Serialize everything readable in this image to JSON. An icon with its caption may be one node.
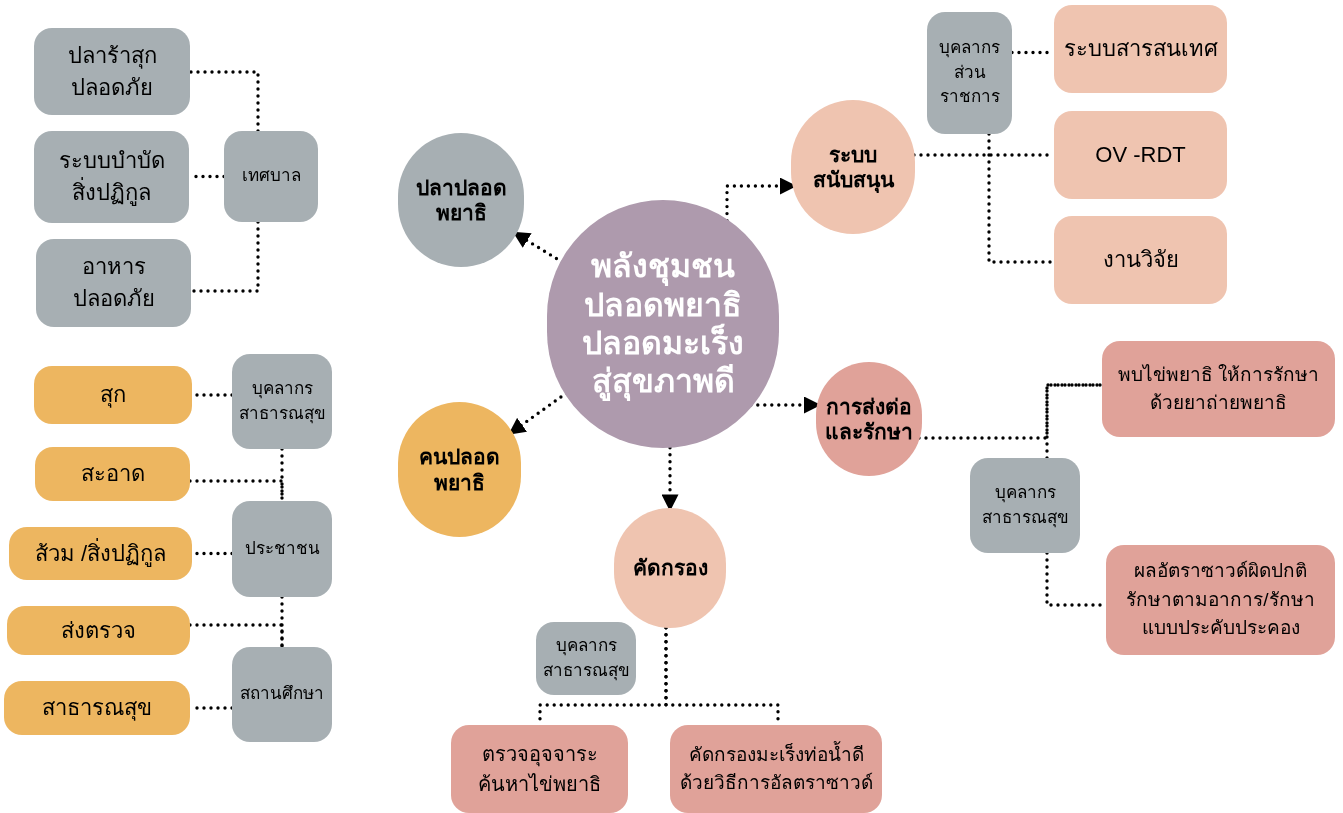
{
  "diagram": {
    "nodes": [
      {
        "text": [
          "พลังชุมชน ปลอดพยาธิ ปลอดมะเร็ง สู่สุขภาพดี"
        ]
      },
      {
        "text": [
          "ปลาปลอด พยาธิ"
        ]
      },
      {
        "text": [
          "คนปลอด พยาธิ"
        ]
      },
      {
        "text": [
          "ระบบ สนับสนุน"
        ]
      },
      {
        "text": [
          "การส่งต่อ และรักษา"
        ]
      },
      {
        "text": [
          "คัดกรอง"
        ]
      },
      {
        "text": [
          "ปลาร้าสุก ปลอดภัย"
        ]
      },
      {
        "text": [
          "ระบบบำบัด สิ่งปฏิกูล"
        ]
      },
      {
        "text": [
          "อาหาร ปลอดภัย"
        ]
      },
      {
        "text": [
          "เทศบาล"
        ]
      },
      {
        "text": [
          "สุก"
        ]
      },
      {
        "text": [
          "สะอาด"
        ]
      },
      {
        "text": [
          "ส้วม /สิ่งปฏิกูล"
        ]
      },
      {
        "text": [
          "ส่งตรวจ"
        ]
      },
      {
        "text": [
          "สาธารณสุข"
        ]
      },
      {
        "text": [
          "บุคลากร สาธารณสุข"
        ]
      },
      {
        "text": [
          "ประชาชน"
        ]
      },
      {
        "text": [
          "สถานศึกษา"
        ]
      },
      {
        "text": [
          "บุคลากร ส่วน ราชการ"
        ]
      },
      {
        "text": [
          "ระบบสารสนเทศ"
        ]
      },
      {
        "text": [
          "OV -RDT"
        ]
      },
      {
        "text": [
          "งานวิจัย"
        ]
      },
      {
        "text": [
          "พบไข่พยาธิ ให้การรักษา ด้วยยาถ่ายพยาธิ"
        ]
      },
      {
        "text": [
          "บุคลากร สาธารณสุข"
        ]
      },
      {
        "text": [
          "ผลอัตราซาวด์ผิดปกติ รักษาตามอาการ/รักษา แบบประคับประคอง"
        ]
      },
      {
        "text": [
          "บุคลากร สาธารณสุข"
        ]
      },
      {
        "text": [
          "ตรวจอุจจาระ ค้นหาไข่พยาธิ"
        ]
      },
      {
        "text": [
          "คัดกรองมะเร็งท่อน้ำดี ด้วยวิธีการอัลตราซาวด์"
        ]
      }
    ],
    "edges": [
      {
        "from": 0,
        "to": 1,
        "arrow": "to"
      },
      {
        "from": 0,
        "to": 2,
        "arrow": "to"
      },
      {
        "from": 0,
        "to": 3,
        "arrow": "to"
      },
      {
        "from": 0,
        "to": 4,
        "arrow": "to"
      },
      {
        "from": 0,
        "to": 5,
        "arrow": "to"
      },
      {
        "from": 9,
        "to": 6,
        "arrow": "none"
      },
      {
        "from": 9,
        "to": 7,
        "arrow": "none"
      },
      {
        "from": 9,
        "to": 8,
        "arrow": "none"
      },
      {
        "from": 15,
        "to": 10,
        "arrow": "none"
      },
      {
        "from": 15,
        "to": 16,
        "arrow": "none"
      },
      {
        "from": 11,
        "to": 16,
        "arrow": "none"
      },
      {
        "from": 16,
        "to": 12,
        "arrow": "none"
      },
      {
        "from": 13,
        "to": 17,
        "arrow": "none"
      },
      {
        "from": 16,
        "to": 17,
        "arrow": "none"
      },
      {
        "from": 17,
        "to": 14,
        "arrow": "none"
      },
      {
        "from": 18,
        "to": 19,
        "arrow": "none"
      },
      {
        "from": 3,
        "to": 20,
        "arrow": "none"
      },
      {
        "from": 18,
        "to": 21,
        "arrow": "none"
      },
      {
        "from": 4,
        "to": 22,
        "arrow": "none"
      },
      {
        "from": 23,
        "to": 22,
        "arrow": "none"
      },
      {
        "from": 23,
        "to": 24,
        "arrow": "none"
      },
      {
        "from": 5,
        "to": 26,
        "arrow": "none"
      },
      {
        "from": 5,
        "to": 27,
        "arrow": "none"
      }
    ]
  }
}
